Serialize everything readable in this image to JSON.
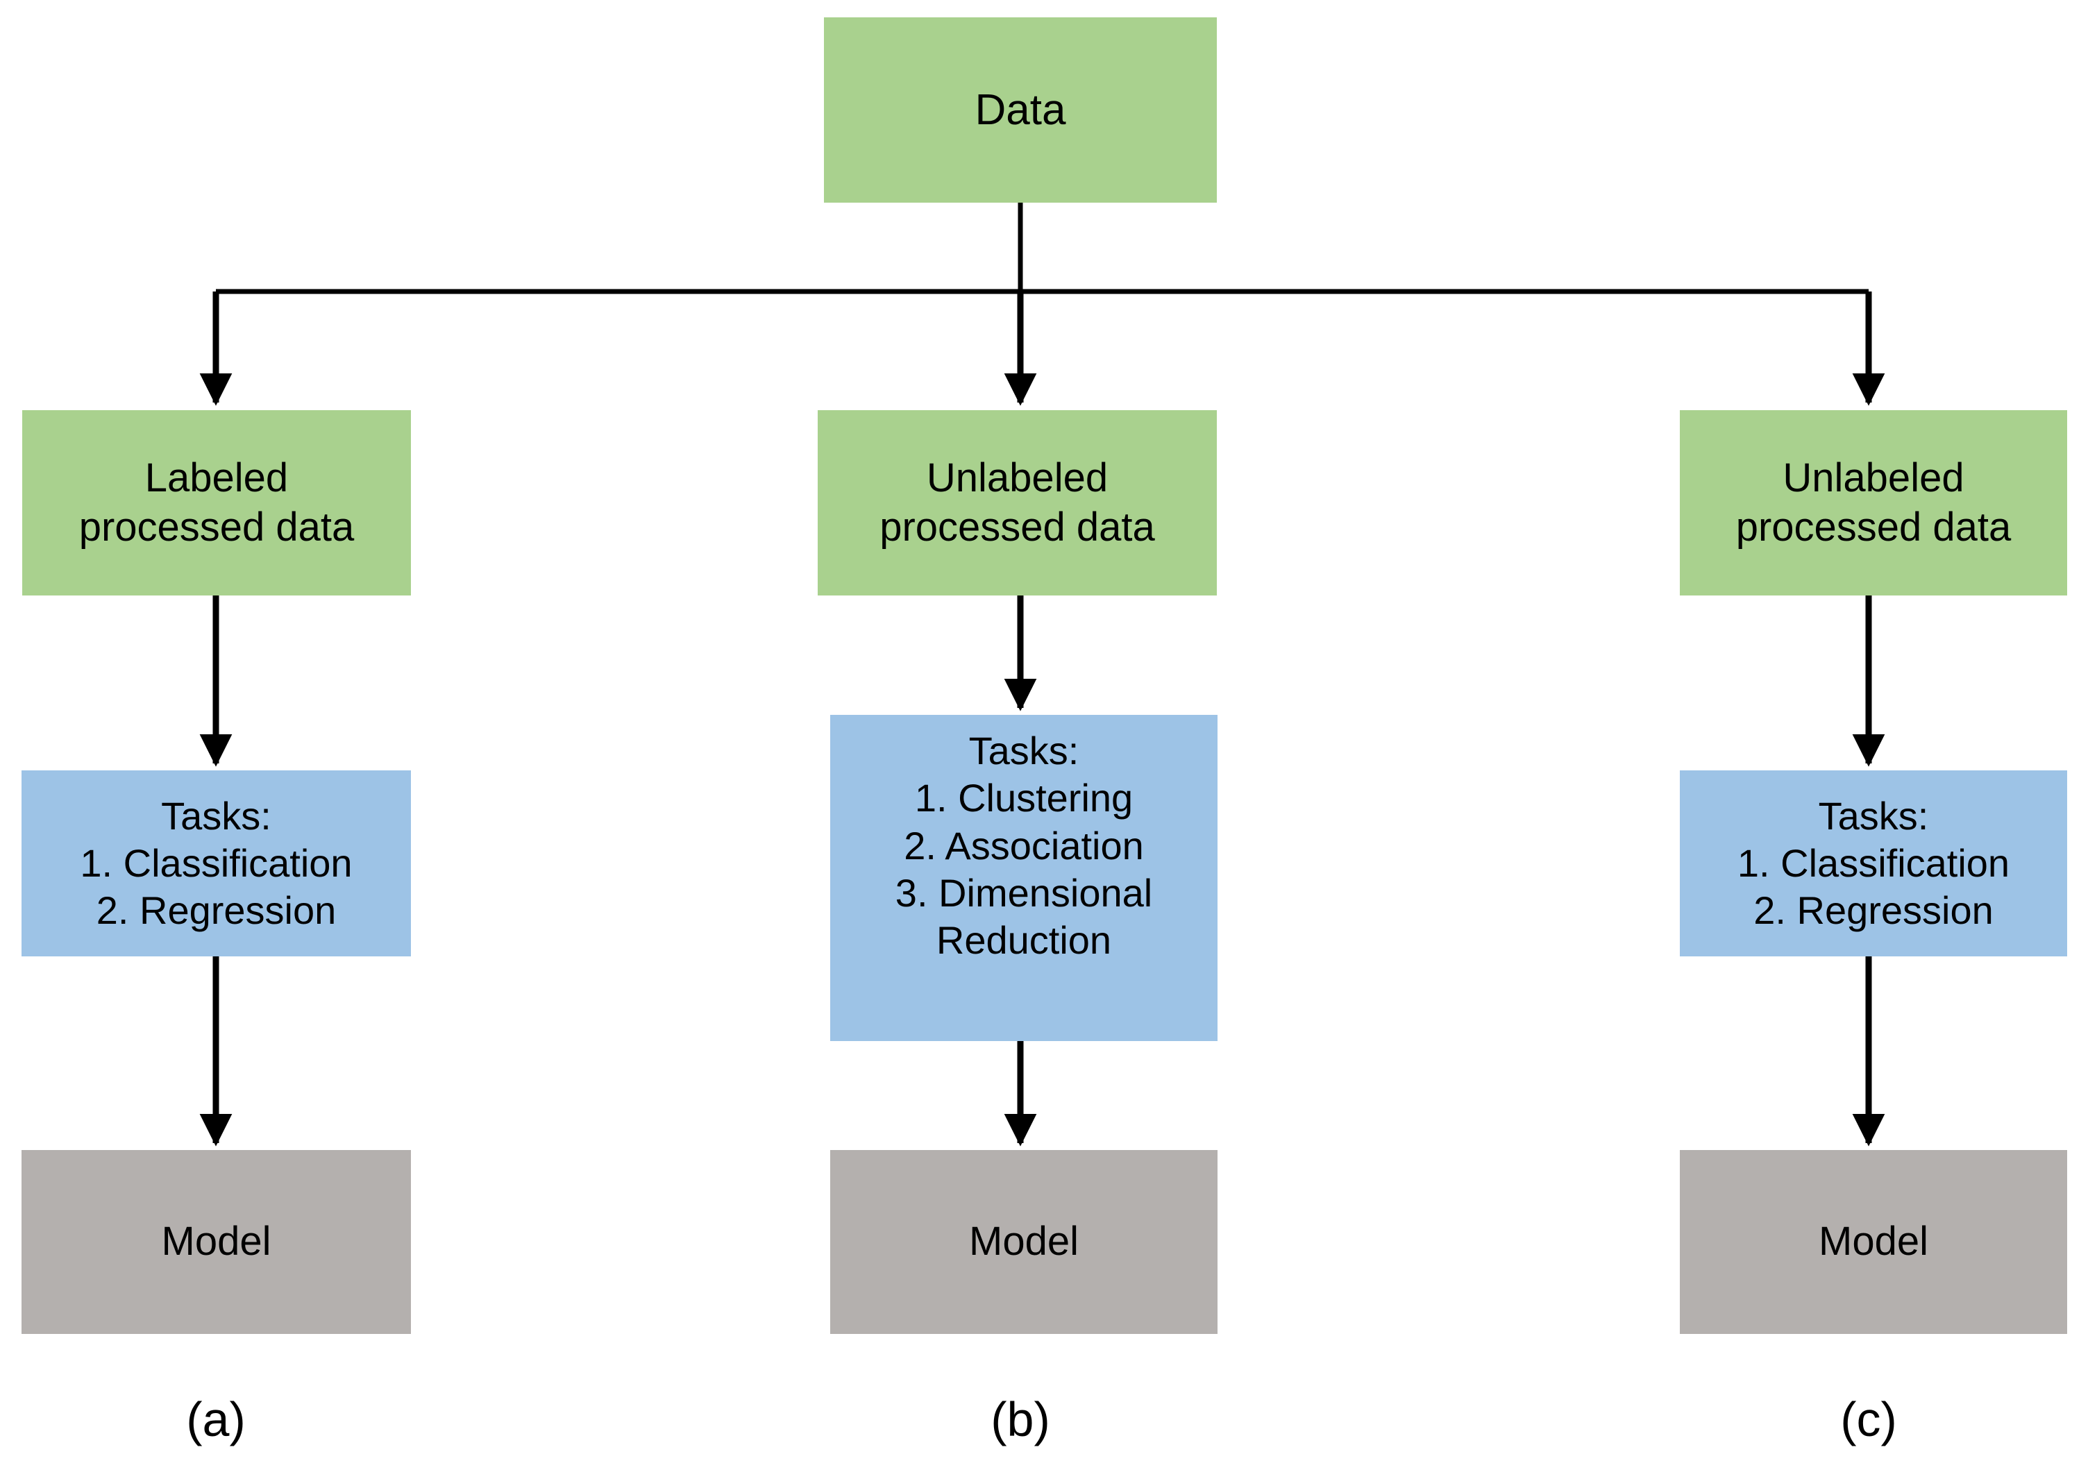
{
  "diagram": {
    "title": "Machine learning paradigms flowchart",
    "colors": {
      "green": "#a9d18e",
      "blue": "#9dc3e6",
      "gray": "#b4b0ae",
      "edge": "#000000",
      "background": "#ffffff"
    },
    "root": {
      "label": "Data"
    },
    "columns": [
      {
        "caption": "(a)",
        "data_node": "Labeled\nprocessed data",
        "tasks_header": "Tasks:",
        "tasks": [
          "1. Classification",
          "2. Regression"
        ],
        "model": "Model"
      },
      {
        "caption": "(b)",
        "data_node": "Unlabeled\nprocessed data",
        "tasks_header": "Tasks:",
        "tasks": [
          "1. Clustering",
          "2. Association",
          "3. Dimensional",
          "Reduction"
        ],
        "model": "Model"
      },
      {
        "caption": "(c)",
        "data_node": "Unlabeled\nprocessed data",
        "tasks_header": "Tasks:",
        "tasks": [
          "1. Classification",
          "2. Regression"
        ],
        "model": "Model"
      }
    ]
  }
}
